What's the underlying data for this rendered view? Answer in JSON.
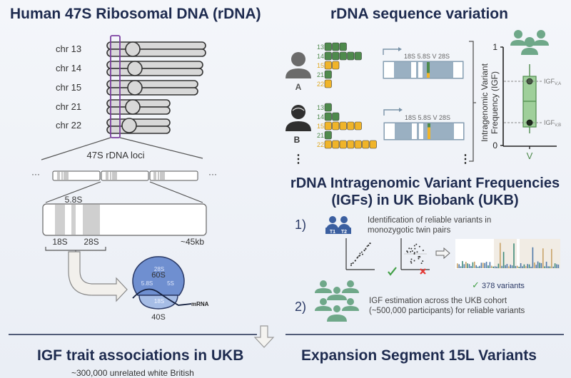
{
  "panels": {
    "rdna": {
      "title": "Human 47S Ribosomal DNA (rDNA)",
      "chromosomes": [
        "chr 13",
        "chr 14",
        "chr 15",
        "chr 21",
        "chr 22"
      ],
      "loci_label": "47S rDNA loci",
      "ellipsis": "···",
      "unit_labels": {
        "s58": "5.8S",
        "s18": "18S",
        "s28": "28S",
        "size": "~45kb"
      },
      "ribosome": {
        "large": "60S",
        "small": "40S",
        "r28": "28S",
        "r58": "5.8S",
        "r5": "5S",
        "r18": "18S",
        "mrna": "mRNA"
      }
    },
    "variation": {
      "title": "rDNA sequence variation",
      "individuals": [
        {
          "label": "A",
          "rows": [
            {
              "chr": "13",
              "count": 3,
              "color": "green"
            },
            {
              "chr": "14",
              "count": 5,
              "color": "green"
            },
            {
              "chr": "15",
              "count": 2,
              "color": "yellow"
            },
            {
              "chr": "21",
              "count": 1,
              "color": "green"
            },
            {
              "chr": "22",
              "count": 1,
              "color": "yellow"
            }
          ],
          "variant_fraction_yellow": 0.3
        },
        {
          "label": "B",
          "rows": [
            {
              "chr": "13",
              "count": 1,
              "color": "green"
            },
            {
              "chr": "14",
              "count": 2,
              "color": "green"
            },
            {
              "chr": "15",
              "count": 5,
              "color": "yellow"
            },
            {
              "chr": "21",
              "count": 1,
              "color": "green"
            },
            {
              "chr": "22",
              "count": 7,
              "color": "yellow"
            }
          ],
          "variant_fraction_yellow": 0.75
        }
      ],
      "gene_labels": "18S 5.8S V 28S",
      "more": "⋮",
      "plot": {
        "ylabel_line1": "Intragenomic Variant",
        "ylabel_line2": "Frequency (IGF)",
        "y_top": "1",
        "y_bottom": "0",
        "x_label": "V",
        "igf_a": "IGF",
        "igf_a_sub": "V,A",
        "igf_b": "IGF",
        "igf_b_sub": "V,B"
      }
    },
    "igf": {
      "title_line1": "rDNA Intragenomic Variant Frequencies",
      "title_line2": "(IGFs) in UK Biobank (UKB)",
      "step1": {
        "num": "1)",
        "twin1": "T1",
        "twin2": "T2",
        "text_line1": "Identification of reliable variants in",
        "text_line2": "monozygotic twin pairs",
        "result": "378 variants"
      },
      "step2": {
        "num": "2)",
        "text_line1": "IGF estimation across the UKB cohort",
        "text_line2": "(~500,000 participants) for reliable variants"
      }
    },
    "bottom_left": {
      "title": "IGF trait associations in UKB",
      "subtitle": "~300,000 unrelated white British"
    },
    "bottom_right": {
      "title": "Expansion Segment 15L Variants"
    }
  },
  "colors": {
    "title": "#1e2b4f",
    "green": "#4e8a4c",
    "yellow": "#f0b429",
    "purple": "#7b3fa0",
    "teal": "#6fa889",
    "blue_ribosome": "#6f8fd0",
    "gene_block": "#9ab0c2"
  }
}
